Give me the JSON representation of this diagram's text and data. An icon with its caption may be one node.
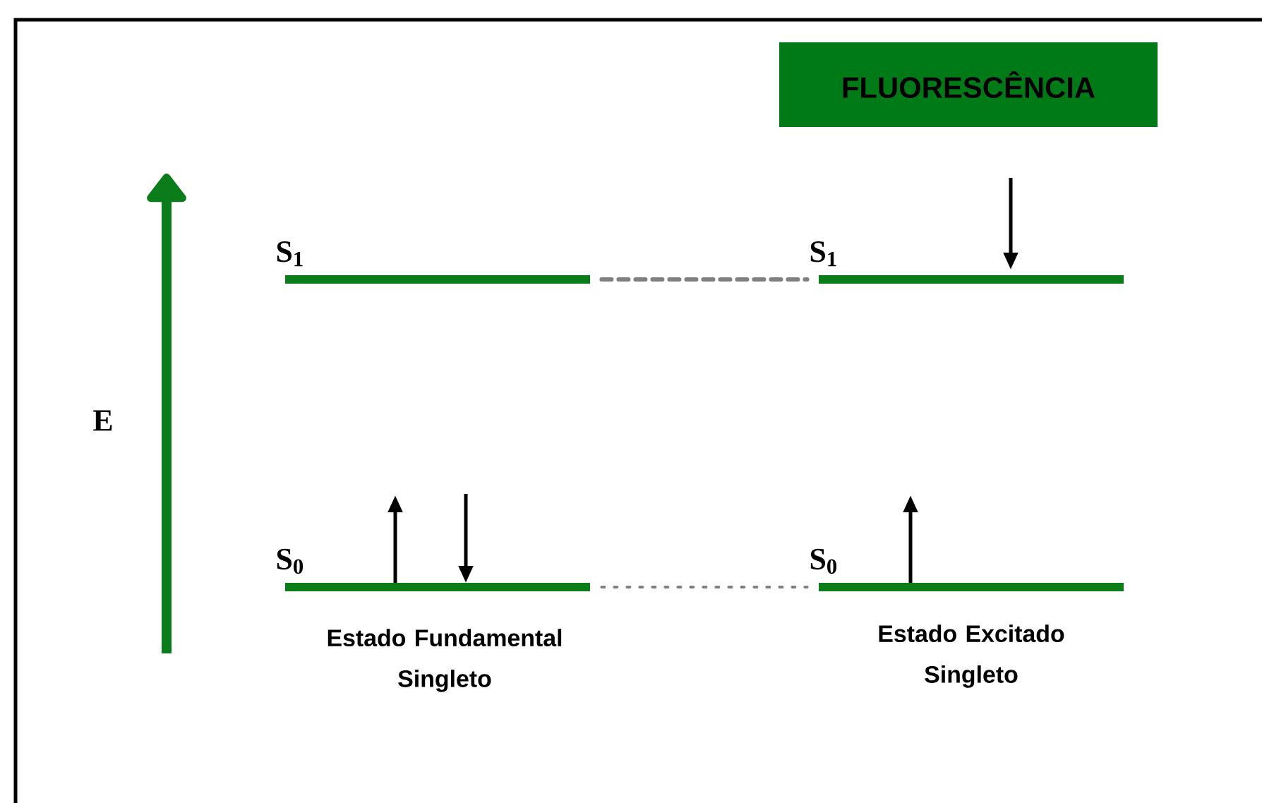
{
  "diagram": {
    "nodes": [
      {
        "text": [
          "FLUORESCÊNCIA"
        ]
      },
      {
        "text": [],
        "shape": "bar",
        "beside": [
          "S$_{1}$"
        ]
      },
      {
        "text": [],
        "shape": "bar",
        "beside": [
          "S$_{1}$"
        ]
      },
      {
        "text": [],
        "shape": "bar",
        "beside": [
          "S$_{0}$"
        ]
      },
      {
        "text": [],
        "shape": "bar",
        "beside": [
          "S$_{0}$"
        ]
      }
    ],
    "edges": [
      {
        "from": 1,
        "to": 2,
        "arrow": "none",
        "style": "dashed"
      },
      {
        "from": 3,
        "to": 4,
        "arrow": "none"
      }
    ],
    "labels": [
      "E",
      "Estado Fundamental Singleto",
      "Estado Excitado Singleto"
    ]
  }
}
